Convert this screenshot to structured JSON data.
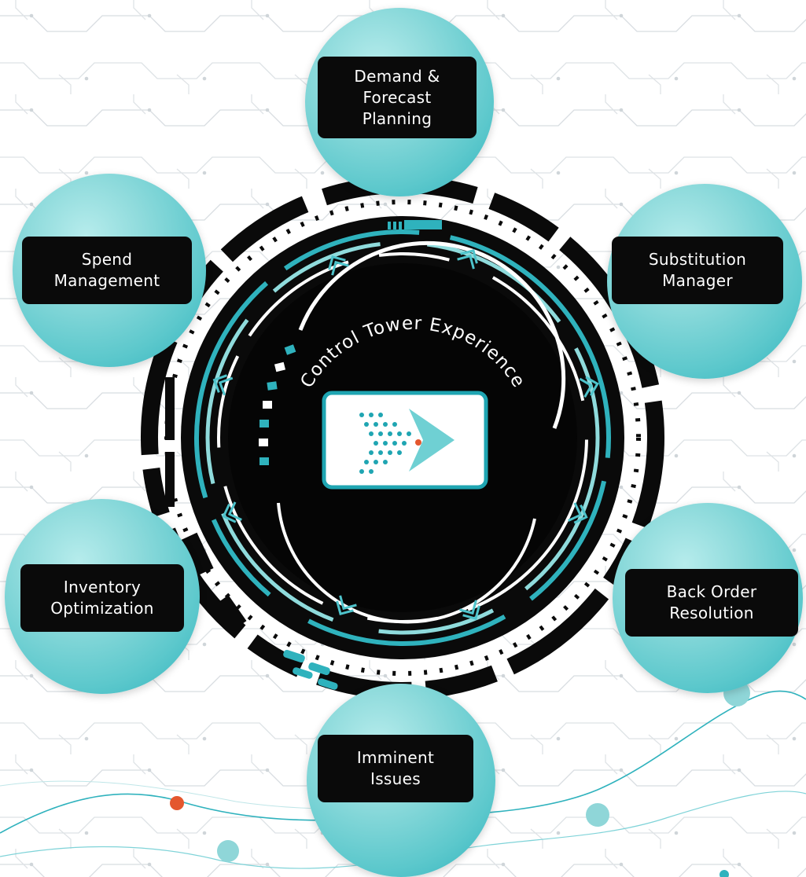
{
  "center": {
    "title": "Control Tower Experience",
    "logo_icon": "arrow-dots-logo-icon"
  },
  "nodes": [
    {
      "label": "Demand &\nForecast\nPlanning"
    },
    {
      "label": "Substitution\nManager"
    },
    {
      "label": "Back Order\nResolution"
    },
    {
      "label": "Imminent\nIssues"
    },
    {
      "label": "Inventory\nOptimization"
    },
    {
      "label": "Spend\nManagement"
    }
  ],
  "colors": {
    "teal": "#2fb2bd",
    "teal_light": "#8fdbdc",
    "dark": "#0a0a0a",
    "accent_red": "#e4572e",
    "circuit": "#d3d8dc"
  }
}
